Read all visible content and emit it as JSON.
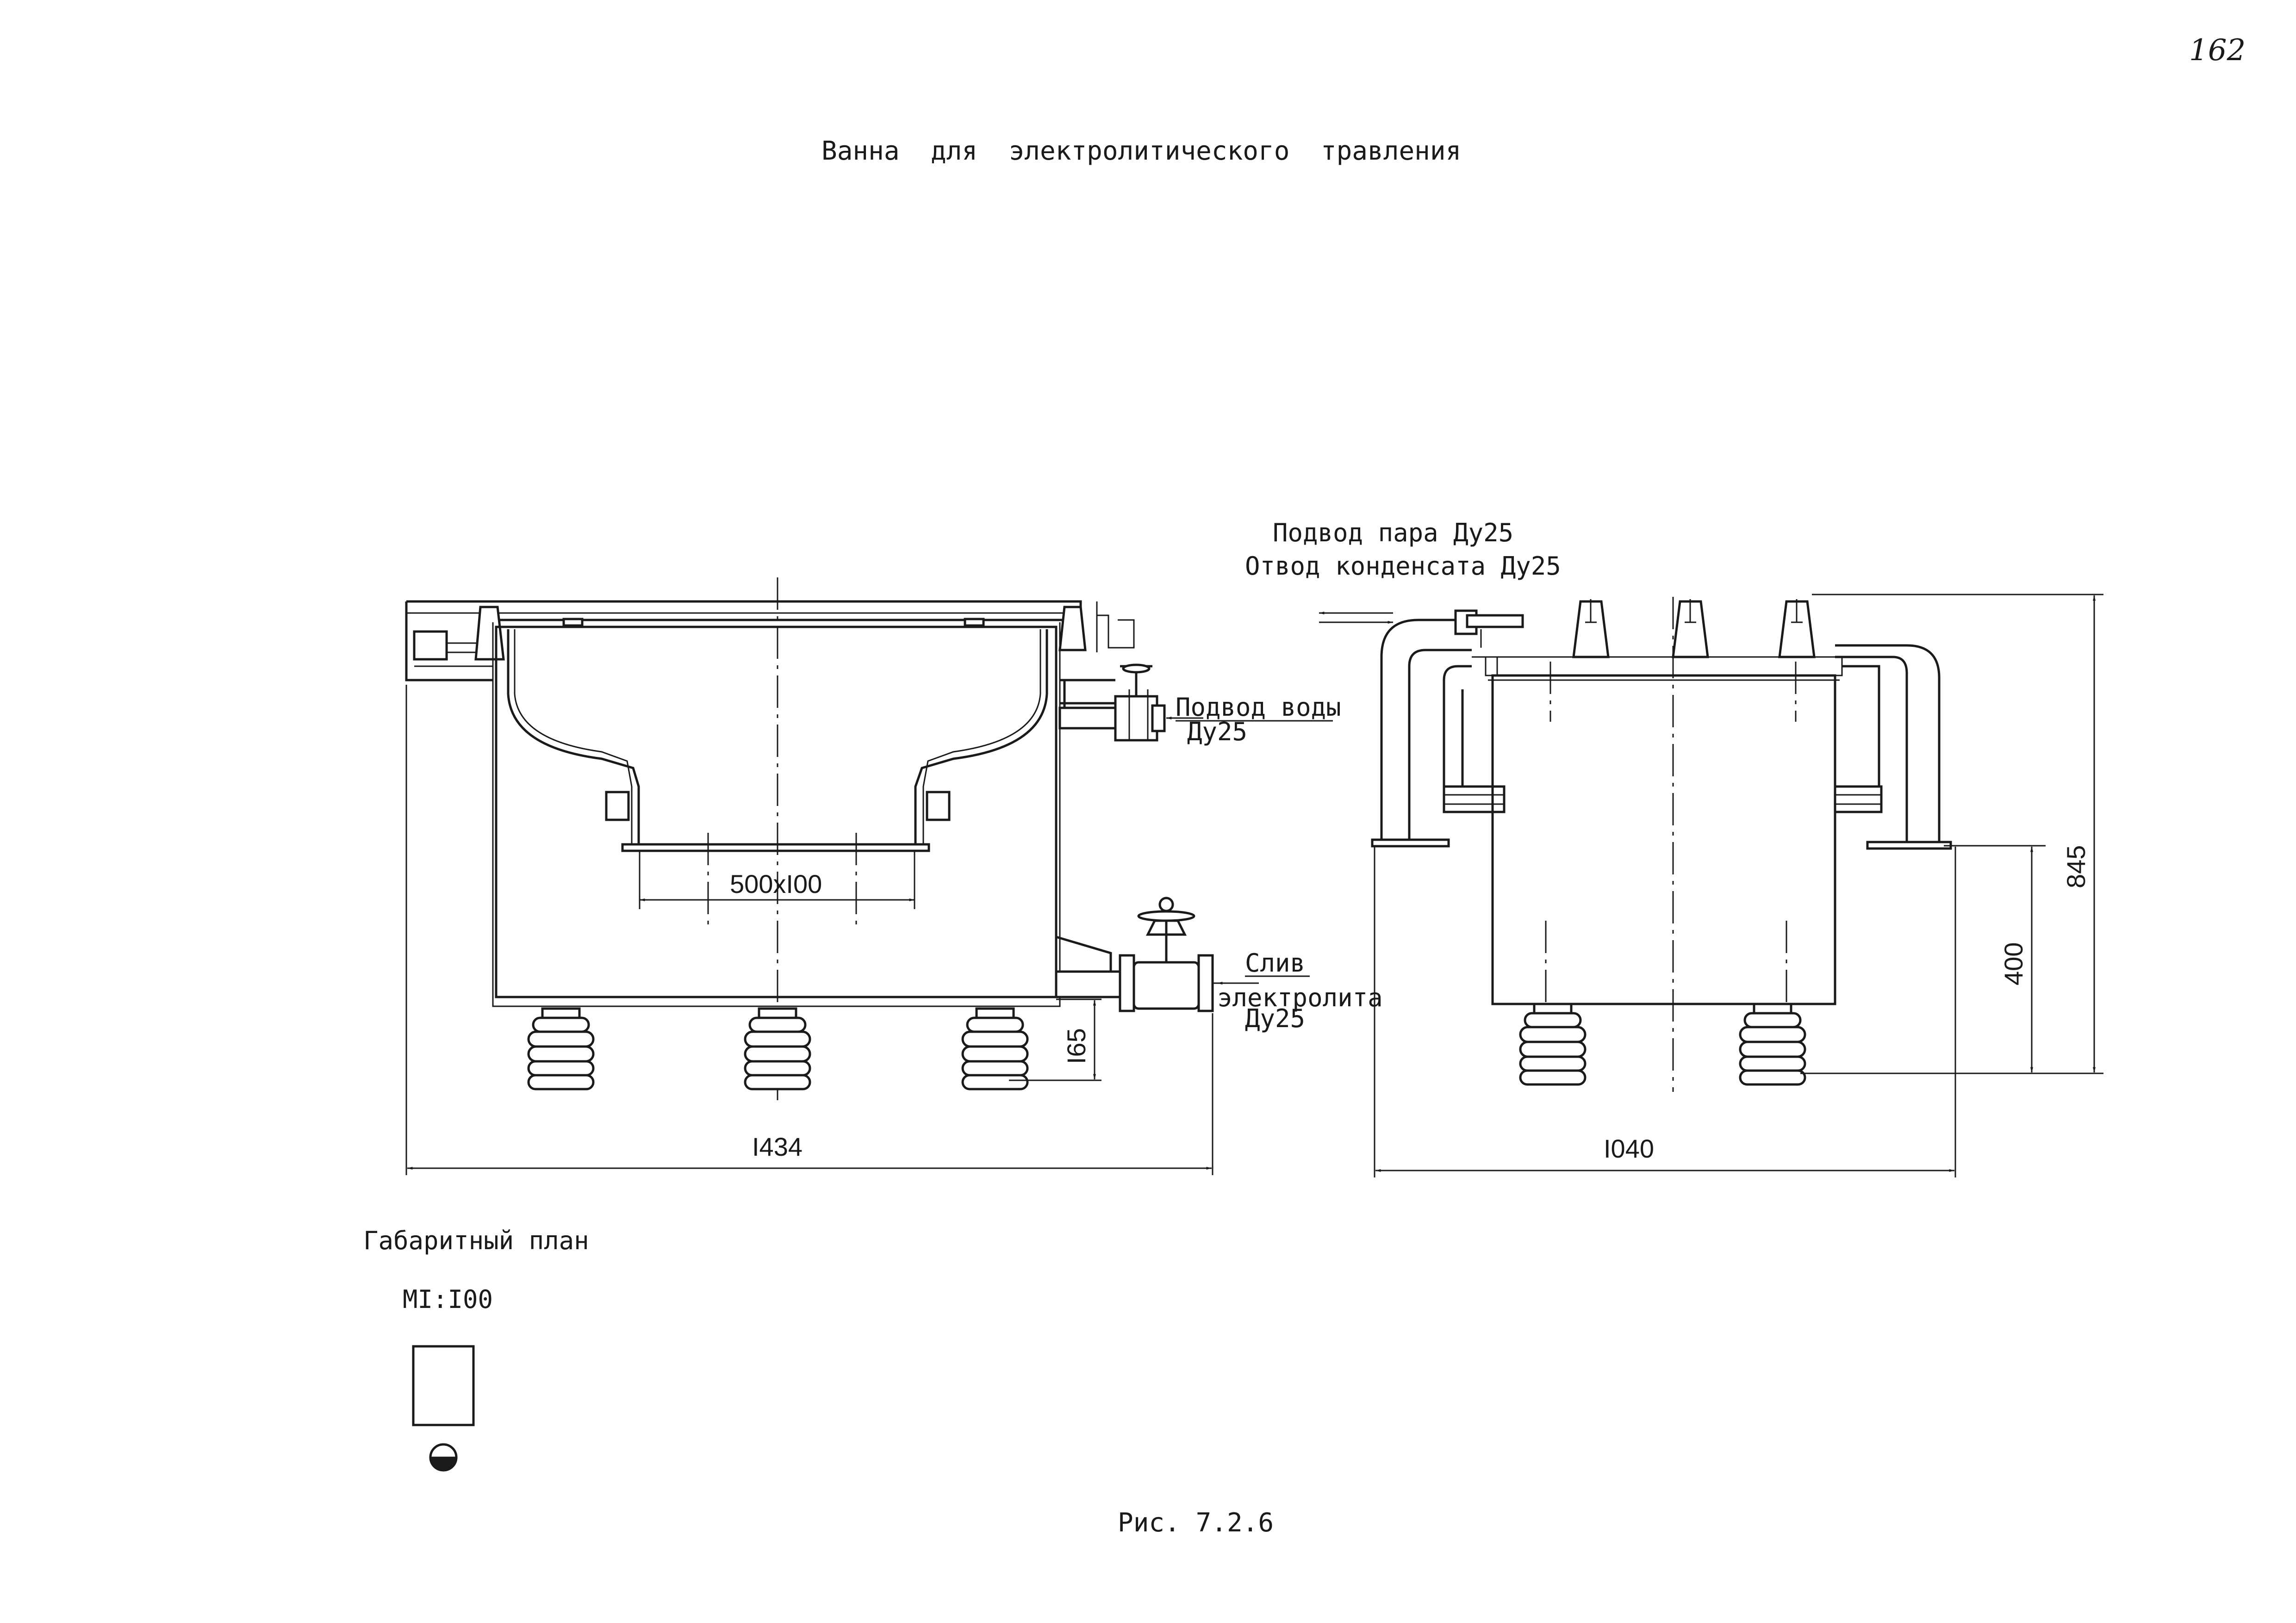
{
  "page_number": "162",
  "title": "Ванна  для  электролитического  травления",
  "labels": {
    "steam_line1": "Подвод пара Ду25",
    "steam_line2": "Отвод конденсата Ду25",
    "water_line1": "Подвод воды",
    "water_line2": "Ду25",
    "drain_line1": "Слив",
    "drain_line2": "электролита",
    "drain_line3": "Ду25"
  },
  "dimensions": {
    "basket": "500хI00",
    "height_165": "I65",
    "length_1434": "I434",
    "width_1040": "I040",
    "height_400": "400",
    "height_845": "845"
  },
  "plan": {
    "caption": "Габаритный план",
    "scale": "MI:I00"
  },
  "figure_caption": "Рис. 7.2.6"
}
